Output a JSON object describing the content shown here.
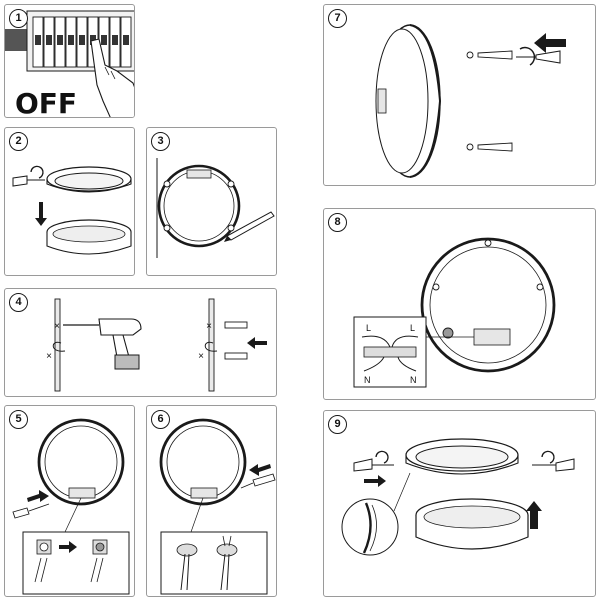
{
  "steps": [
    {
      "number": "1",
      "label": "OFF"
    },
    {
      "number": "2"
    },
    {
      "number": "3"
    },
    {
      "number": "4"
    },
    {
      "number": "5"
    },
    {
      "number": "6"
    },
    {
      "number": "7"
    },
    {
      "number": "8",
      "wire_labels": [
        "L",
        "L",
        "N",
        "N"
      ]
    },
    {
      "number": "9"
    }
  ],
  "colors": {
    "line": "#1a1a1a",
    "fill": "#ffffff",
    "shade": "#d8d8d8",
    "dark": "#555555",
    "border": "#9a9a9a"
  }
}
